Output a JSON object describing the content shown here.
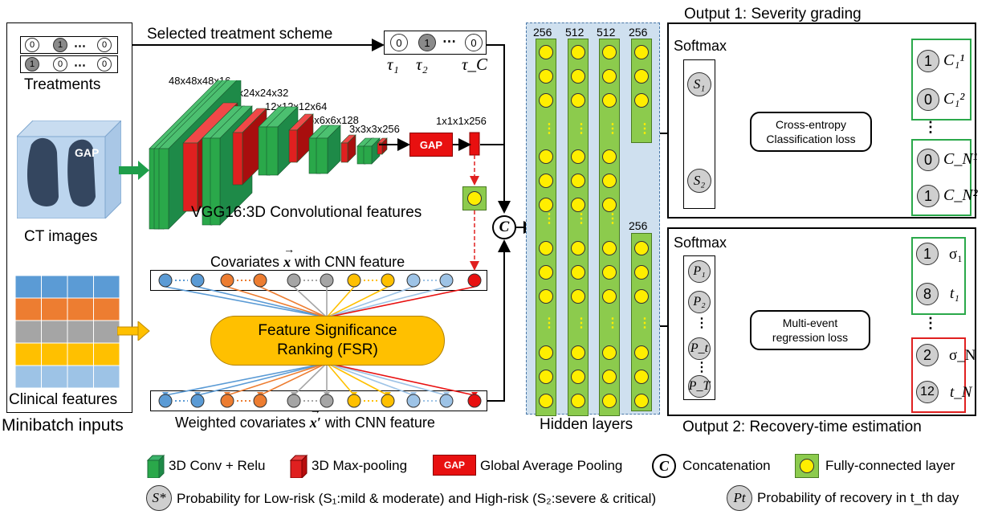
{
  "inputs": {
    "section_label": "Minibatch inputs",
    "treatments_label": "Treatments",
    "treatment_rows": [
      [
        "0",
        "1",
        "⋯",
        "0"
      ],
      [
        "1",
        "0",
        "⋯",
        "0"
      ]
    ],
    "ct_label": "CT images",
    "clinical_label": "Clinical features"
  },
  "treatment_scheme": {
    "label": "Selected treatment scheme",
    "values": [
      "0",
      "1",
      "⋯",
      "0"
    ],
    "taus": [
      "τ₁",
      "τ₂",
      "τ_C"
    ]
  },
  "cnn": {
    "sizes": [
      "48x48x48x16",
      "24x24x24x32",
      "12x12x12x64",
      "6x6x6x128",
      "3x3x3x256",
      "1x1x1x256"
    ],
    "gap_label": "GAP",
    "title": "VGG16:3D Convolutional features"
  },
  "fsr": {
    "covariates_label": "Covariates",
    "covariates_suffix": "with CNN feature",
    "vec_x": "x",
    "ranking_line1": "Feature Significance",
    "ranking_line2": "Ranking (FSR)",
    "weighted_label": "Weighted covariates",
    "weighted_vec": "x′",
    "weighted_suffix": "with CNN feature"
  },
  "concat_symbol": "C",
  "hidden": {
    "label": "Hidden layers",
    "sizes": [
      "256",
      "512",
      "512",
      "256"
    ],
    "second_size": "256"
  },
  "output1": {
    "title": "Output 1: Severity grading",
    "softmax": "Softmax",
    "nodes": [
      "S₁",
      "S₂"
    ],
    "loss_line1": "Cross-entropy",
    "loss_line2": "Classification loss",
    "values": [
      "1",
      "0",
      "0",
      "1"
    ],
    "labels": [
      "C₁¹",
      "C₁²",
      "C_N¹",
      "C_N²"
    ]
  },
  "output2": {
    "title": "Output 2: Recovery-time estimation",
    "softmax": "Softmax",
    "nodes": [
      "P₁",
      "P₂",
      "⋮",
      "P_t",
      "⋮",
      "P_T"
    ],
    "loss_line1": "Multi-event",
    "loss_line2": "regression loss",
    "values": [
      "1",
      "8",
      "2",
      "12"
    ],
    "labels": [
      "σ₁",
      "t₁",
      "σ_N",
      "t_N"
    ]
  },
  "legend": {
    "conv": "3D Conv + Relu",
    "pool": "3D Max-pooling",
    "gap": "Global Average Pooling",
    "concat": "Concatenation",
    "fc": "Fully-connected layer",
    "s_text": "Probability for Low-risk (S₁:mild & moderate) and High-risk (S₂:severe & critical)",
    "p_text": "Probability of recovery in t_th day",
    "s_symbol": "S*",
    "p_symbol": "Pt"
  },
  "colors": {
    "green": "#2aa84a",
    "red": "#e02020",
    "fc_green": "#8ccb4d",
    "yellow": "#ffee00",
    "fsr_orange": "#ffc000",
    "hidden_bg": "#cfe0ef",
    "clinical_blue": "#5b9bd5",
    "clinical_orange": "#ed7d31",
    "clinical_gray": "#a5a5a5",
    "clinical_yellow": "#ffc000",
    "clinical_lightblue": "#9dc3e6"
  }
}
